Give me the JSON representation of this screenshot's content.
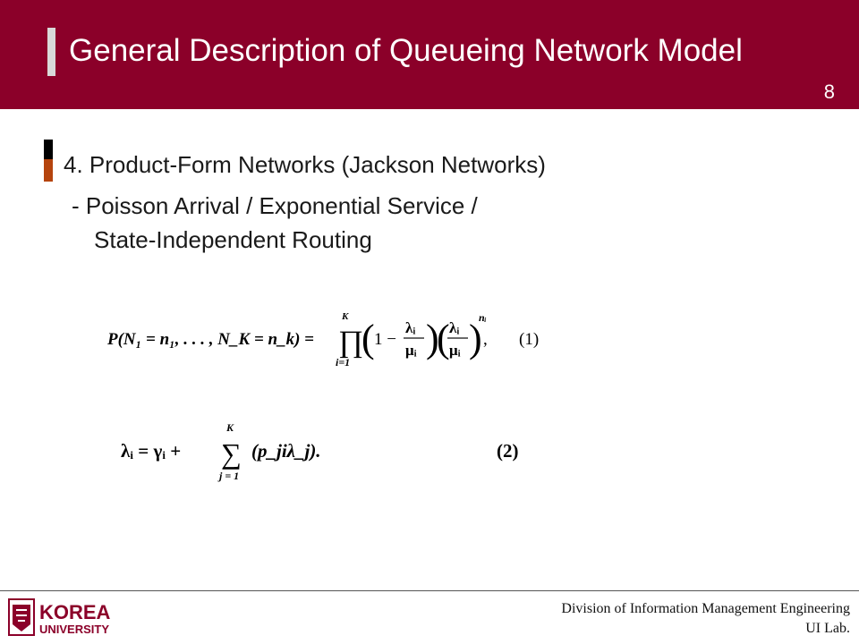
{
  "header": {
    "title": "General Description of Queueing Network Model",
    "slide_number": "8"
  },
  "section": {
    "heading": "4. Product-Form Networks (Jackson Networks)",
    "bullet_line1": "- Poisson Arrival / Exponential Service /",
    "bullet_line2": "State-Independent Routing"
  },
  "equations": {
    "eq1": {
      "lhs": "P(N₁ = n₁, . . . , N_K = n_k) =",
      "prod_upper": "K",
      "prod_lower": "i=1",
      "frac_num": "λᵢ",
      "frac_den": "μᵢ",
      "exponent": "nᵢ",
      "one_minus": "1 −",
      "comma": ",",
      "label": "(1)"
    },
    "eq2": {
      "lhs": "λᵢ = γᵢ +",
      "sum_upper": "K",
      "sum_lower": "j = 1",
      "body": "(p_jiλ_j).",
      "label": "(2)"
    }
  },
  "footer": {
    "logo_text_top": "KOREA",
    "logo_text_bottom": "UNIVERSITY",
    "line1": "Division of Information Management Engineering",
    "line2": "UI  Lab."
  },
  "colors": {
    "header_bg": "#8b0029",
    "accent_orange": "#b5440e"
  }
}
